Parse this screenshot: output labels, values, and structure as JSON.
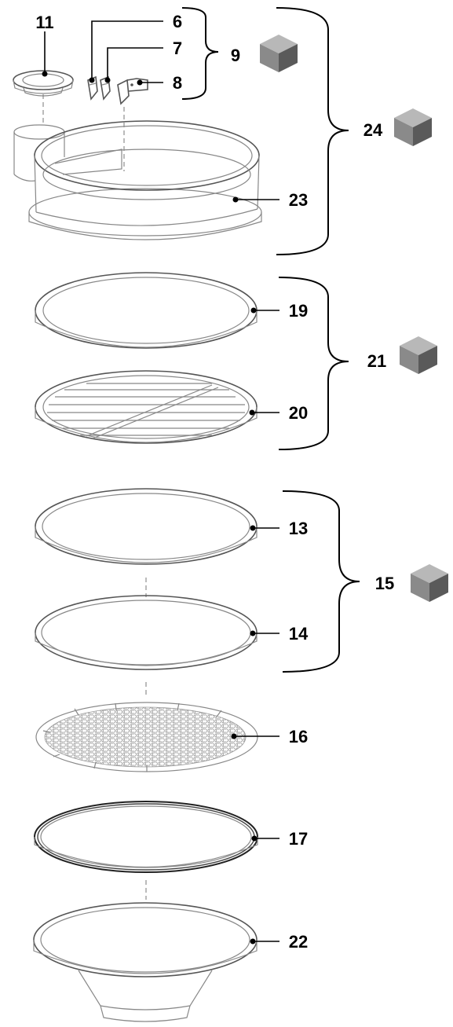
{
  "labels": {
    "p6": "6",
    "p7": "7",
    "p8": "8",
    "p9": "9",
    "p11": "11",
    "p13": "13",
    "p14": "14",
    "p15": "15",
    "p16": "16",
    "p17": "17",
    "p19": "19",
    "p20": "20",
    "p21": "21",
    "p22": "22",
    "p23": "23",
    "p24": "24"
  },
  "cube_icon": "kit-cube-icon",
  "colors": {
    "cube_top": "#b8b8b8",
    "cube_left": "#8a8a8a",
    "cube_right": "#5a5a5a"
  }
}
